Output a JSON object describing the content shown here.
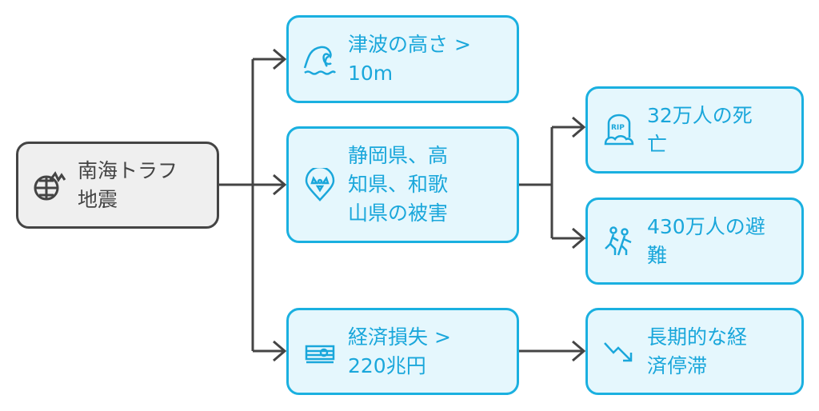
{
  "nodes": {
    "root": {
      "label": "南海トラフ\n地震",
      "icon": "globe-seismic-icon"
    },
    "tsunami": {
      "label": "津波の高さ >\n10m",
      "icon": "wave-icon"
    },
    "damage": {
      "label": "静岡県、高\n知県、和歌\n山県の被害",
      "icon": "radiation-pin-icon"
    },
    "economic": {
      "label": "経済損失 >\n220兆円",
      "icon": "money-stack-icon"
    },
    "deaths": {
      "label": "32万人の死\n亡",
      "icon": "tombstone-rip-icon"
    },
    "evacuation": {
      "label": "430万人の避\n難",
      "icon": "people-running-icon"
    },
    "stagnation": {
      "label": "長期的な経\n済停滞",
      "icon": "trend-down-icon"
    }
  },
  "colors": {
    "accent": "#1ab0e0",
    "accent_fill": "#e5f7fd",
    "root_border": "#444444",
    "root_fill": "#efefef",
    "connector": "#444444"
  }
}
